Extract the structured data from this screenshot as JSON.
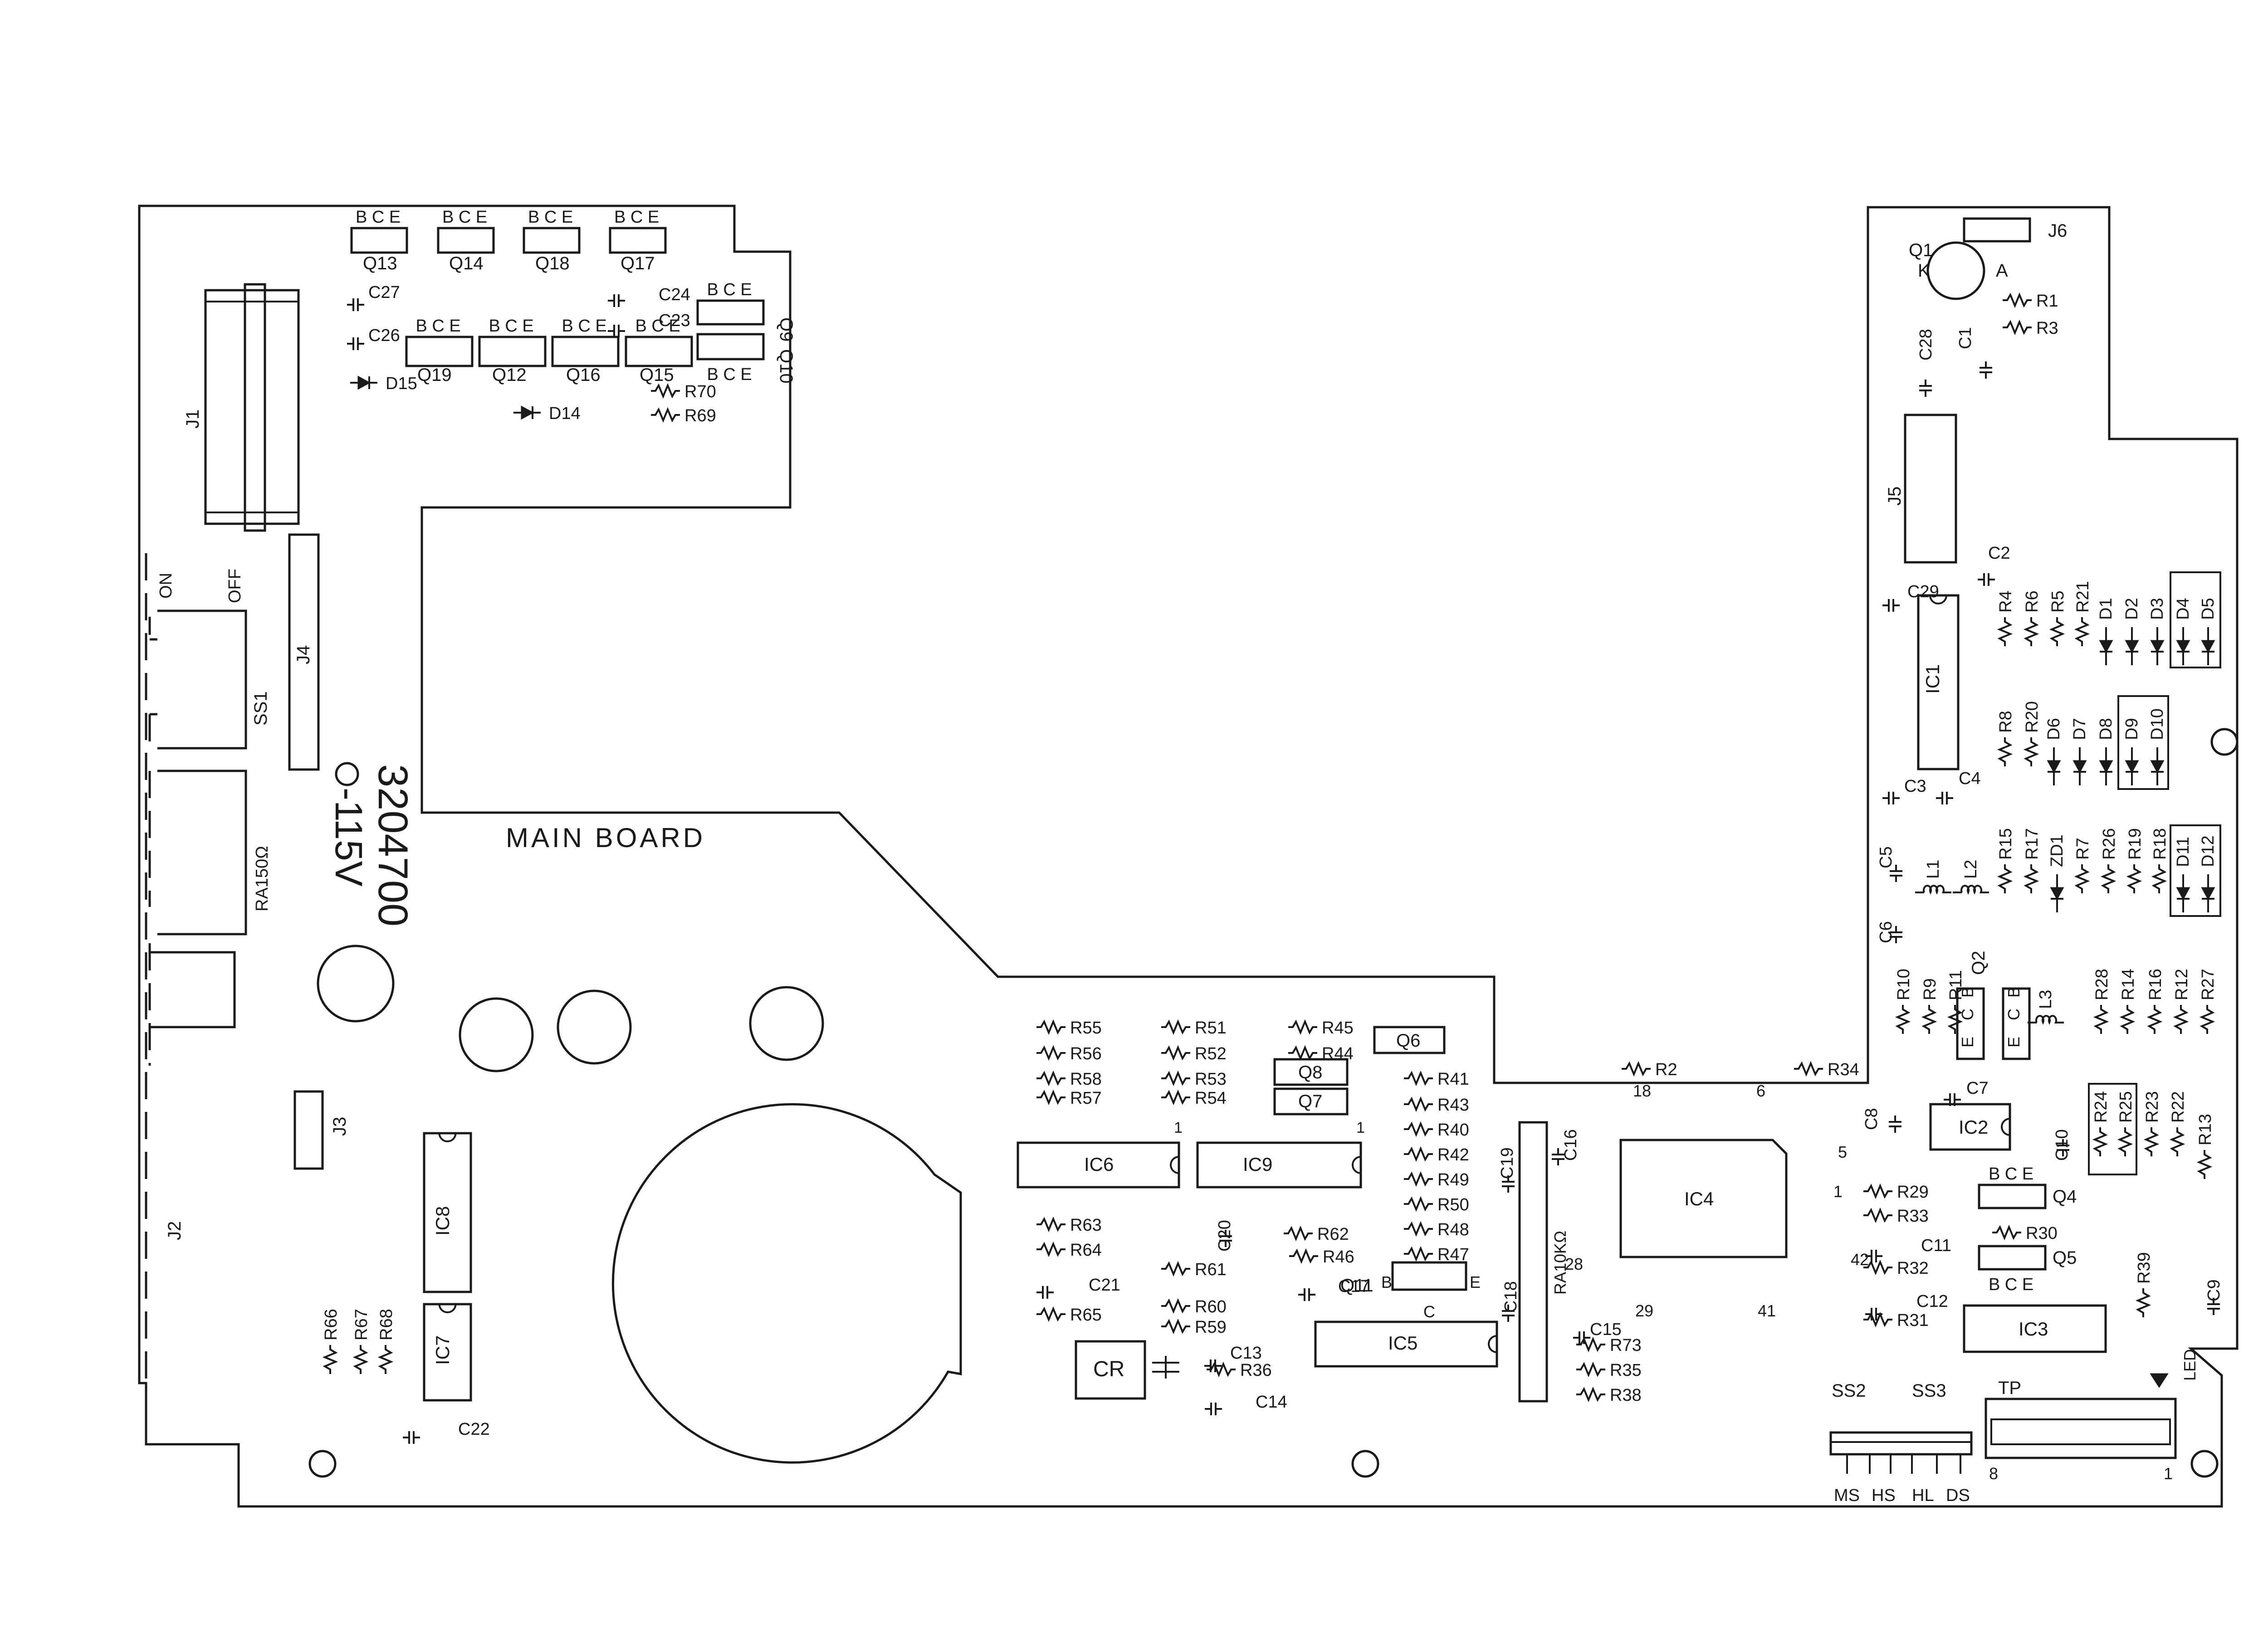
{
  "board": {
    "title": "MAIN BOARD",
    "voltage_mark": "-115V",
    "part_number": "3204700"
  },
  "transistors": [
    {
      "ref": "Q13",
      "pins": "B C E"
    },
    {
      "ref": "Q14",
      "pins": "B C E"
    },
    {
      "ref": "Q18",
      "pins": "B C E"
    },
    {
      "ref": "Q17",
      "pins": "B C E"
    },
    {
      "ref": "Q9",
      "pins": "B C E"
    },
    {
      "ref": "Q10",
      "pins": "B C E"
    },
    {
      "ref": "Q19",
      "pins": "B C E"
    },
    {
      "ref": "Q12",
      "pins": "B C E"
    },
    {
      "ref": "Q16",
      "pins": "B C E"
    },
    {
      "ref": "Q15",
      "pins": "B C E"
    },
    {
      "ref": "Q4",
      "pins": "B C E"
    },
    {
      "ref": "Q5",
      "pins": "B C E"
    },
    {
      "ref": "Q6",
      "pins": ""
    },
    {
      "ref": "Q8",
      "pins": ""
    },
    {
      "ref": "Q7",
      "pins": ""
    },
    {
      "ref": "Q2",
      "pins": "E C B"
    },
    {
      "ref": "Q11",
      "pins": "B E C"
    },
    {
      "ref": "Q1",
      "pins": "K A"
    }
  ],
  "ics": [
    "IC1",
    "IC2",
    "IC3",
    "IC4",
    "IC5",
    "IC6",
    "IC7",
    "IC8",
    "IC9"
  ],
  "connectors": [
    "J1",
    "J2",
    "J3",
    "J4",
    "J5",
    "J6"
  ],
  "switches": {
    "ss1": "SS1",
    "ss1_on": "ON",
    "ss1_off": "OFF",
    "ss2": "SS2",
    "ss3": "SS3",
    "tp": "TP",
    "ss_pins": [
      "MS",
      "HS",
      "HL",
      "DS"
    ],
    "tp_pin_first": "8",
    "tp_pin_last": "1",
    "led": "LED"
  },
  "pots": {
    "ra150": "RA150Ω",
    "ra10k": "RA10KΩ"
  },
  "special": {
    "cr": "CR"
  },
  "resistors": [
    "R1",
    "R2",
    "R3",
    "R4",
    "R5",
    "R6",
    "R7",
    "R8",
    "R9",
    "R10",
    "R11",
    "R12",
    "R13",
    "R14",
    "R15",
    "R16",
    "R17",
    "R18",
    "R19",
    "R20",
    "R21",
    "R22",
    "R23",
    "R24",
    "R25",
    "R26",
    "R27",
    "R28",
    "R29",
    "R30",
    "R31",
    "R32",
    "R33",
    "R34",
    "R35",
    "R36",
    "R38",
    "R39",
    "R40",
    "R41",
    "R42",
    "R43",
    "R44",
    "R45",
    "R46",
    "R47",
    "R48",
    "R49",
    "R50",
    "R51",
    "R52",
    "R53",
    "R54",
    "R55",
    "R56",
    "R57",
    "R58",
    "R59",
    "R60",
    "R61",
    "R62",
    "R63",
    "R64",
    "R65",
    "R66",
    "R67",
    "R68",
    "R69",
    "R70",
    "R73"
  ],
  "capacitors": [
    "C1",
    "C2",
    "C3",
    "C4",
    "C5",
    "C6",
    "C7",
    "C8",
    "C9",
    "C10",
    "C11",
    "C12",
    "C13",
    "C14",
    "C15",
    "C16",
    "C17",
    "C18",
    "C19",
    "C20",
    "C21",
    "C22",
    "C23",
    "C24",
    "C26",
    "C27",
    "C28",
    "C29"
  ],
  "diodes": [
    "D1",
    "D2",
    "D3",
    "D4",
    "D5",
    "D6",
    "D7",
    "D8",
    "D9",
    "D10",
    "D11",
    "D12",
    "D14",
    "D15",
    "ZD1"
  ],
  "inductors": [
    "L1",
    "L2",
    "L3"
  ],
  "ic4_pins": [
    "1",
    "6",
    "18",
    "28",
    "29",
    "41",
    "42",
    "5"
  ],
  "misc": {
    "ic_pin1_a": "1",
    "ic_pin1_b": "1"
  }
}
